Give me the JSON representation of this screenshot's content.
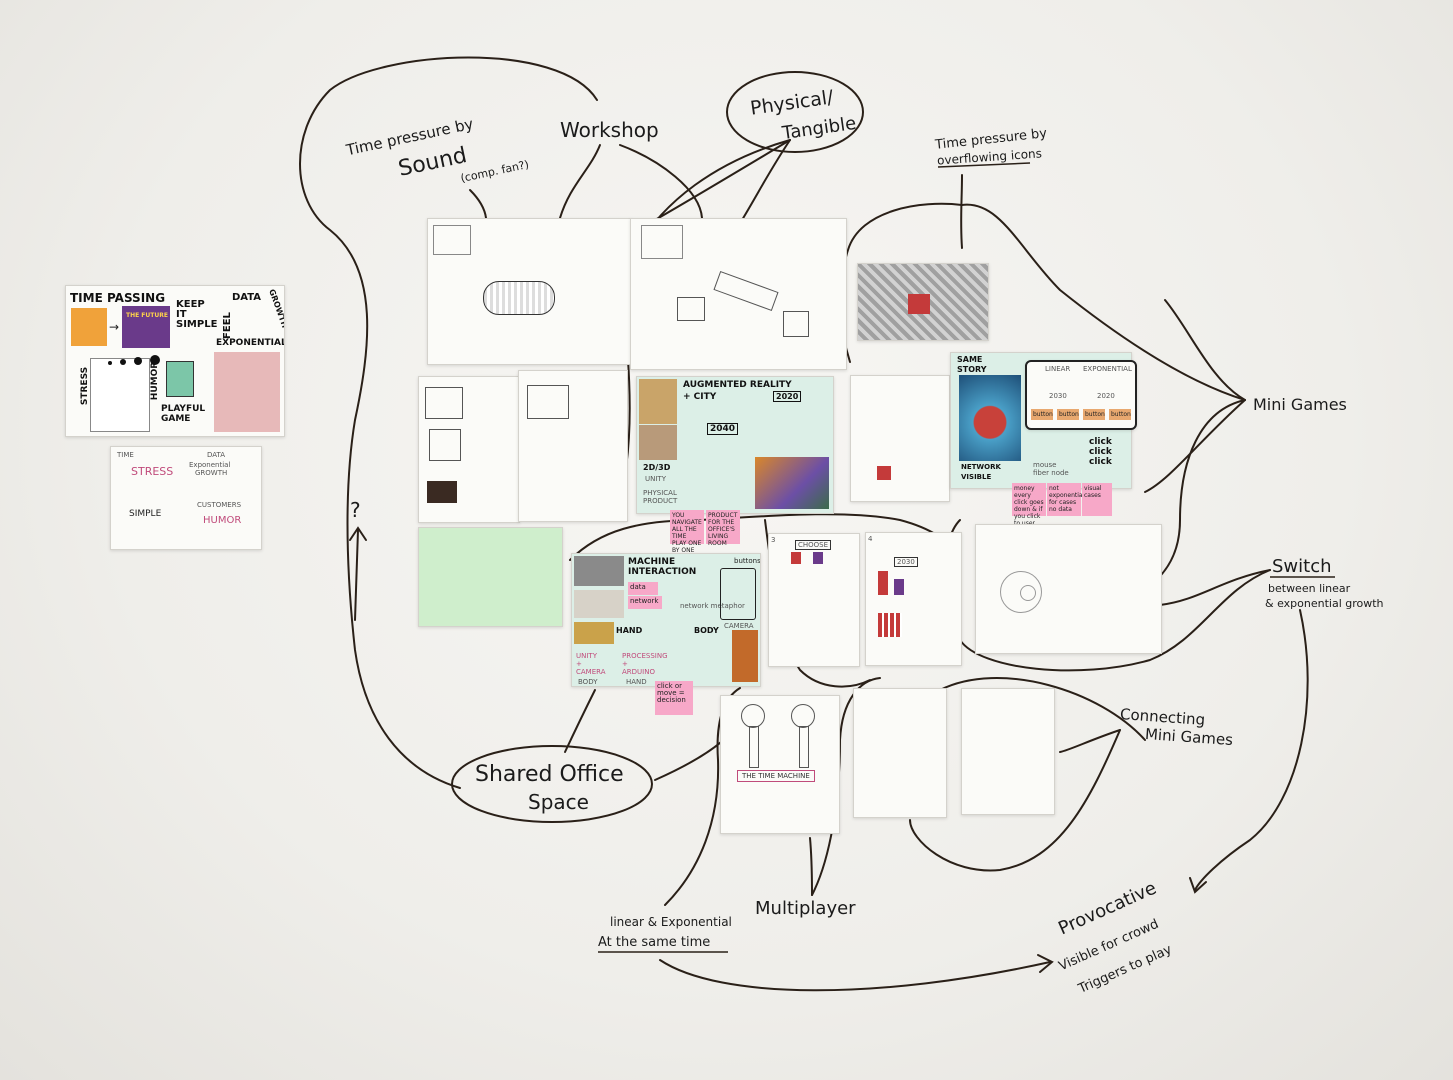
{
  "board": {
    "labels": {
      "time_pressure_sound_1": "Time pressure by",
      "time_pressure_sound_2": "Sound",
      "comp_fan": "(comp. fan?)",
      "workshop": "Workshop",
      "physical_1": "Physical/",
      "physical_2": "Tangible",
      "time_pressure_icons_1": "Time pressure by",
      "time_pressure_icons_2": "overflowing icons",
      "mini_games": "Mini Games",
      "switch": "Switch",
      "switch_sub_1": "between linear",
      "switch_sub_2": "& exponential growth",
      "connecting_1": "Connecting",
      "connecting_2": "Mini Games",
      "provocative": "Provocative",
      "visible_crowd": "Visible for crowd",
      "triggers_play": "Triggers to play",
      "multiplayer": "Multiplayer",
      "linear_exp": "linear & Exponential",
      "same_time": "At the same time",
      "shared_1": "Shared Office",
      "shared_2": "Space",
      "question": "?"
    }
  },
  "papers": {
    "moodboard": {
      "time_passing": "TIME PASSING",
      "keep_it_simple": "KEEP IT SIMPLE",
      "feel": "FEEL",
      "data": "DATA",
      "growth": "GROWTH",
      "exponential": "EXPONENTIAL",
      "stress": "STRESS",
      "humor": "HUMOR",
      "playful_game": "PLAYFUL GAME",
      "the_future": "THE FUTURE"
    },
    "summary": {
      "time": "TIME",
      "data": "DATA",
      "stress": "STRESS",
      "exp_growth_1": "Exponential",
      "exp_growth_2": "GROWTH",
      "simple": "SIMPLE",
      "customers": "CUSTOMERS",
      "humor": "HUMOR"
    },
    "ar_city": {
      "title_1": "AUGMENTED REALITY",
      "title_2": "+ CITY",
      "year_1": "2040",
      "year_2": "2020",
      "d2d3": "2D/3D",
      "unity": "UNITY",
      "physical_product_1": "PHYSICAL",
      "physical_product_2": "PRODUCT",
      "sticky_1": "YOU NAVIGATE ALL THE TIME PLAY ONE BY ONE",
      "sticky_2": "PRODUCT FOR THE OFFICE'S LIVING ROOM"
    },
    "machine": {
      "title_1": "MACHINE",
      "title_2": "INTERACTION",
      "buttons": "buttons",
      "data": "data",
      "network": "network",
      "network_metaphor": "network metaphor",
      "camera": "CAMERA",
      "hand": "HAND",
      "body": "BODY",
      "unity_camera": "UNITY + CAMERA",
      "processing_arduino": "PROCESSING + ARDUINO",
      "body_lbl": "BODY",
      "hand_lbl": "HAND",
      "sticky": "click or move = decision"
    },
    "same_story": {
      "title_1": "SAME",
      "title_2": "STORY",
      "network_visible_1": "NETWORK",
      "network_visible_2": "VISIBLE",
      "mouse_1": "mouse",
      "mouse_2": "fiber node",
      "click": "click click click",
      "sticky_1": "money every click goes down & if you click to user win",
      "sticky_2": "not exponential for cases no data",
      "sticky_3": "visual cases"
    },
    "linear_exp_game": {
      "linear": "LINEAR",
      "exponential": "EXPONENTIAL",
      "button": "button",
      "year_1": "2030",
      "year_2": "2020"
    },
    "choose": {
      "choose": "CHOOSE",
      "num_3": "3",
      "num_4": "4",
      "year": "2030"
    },
    "time_machine": {
      "caption": "THE TIME MACHINE"
    }
  }
}
